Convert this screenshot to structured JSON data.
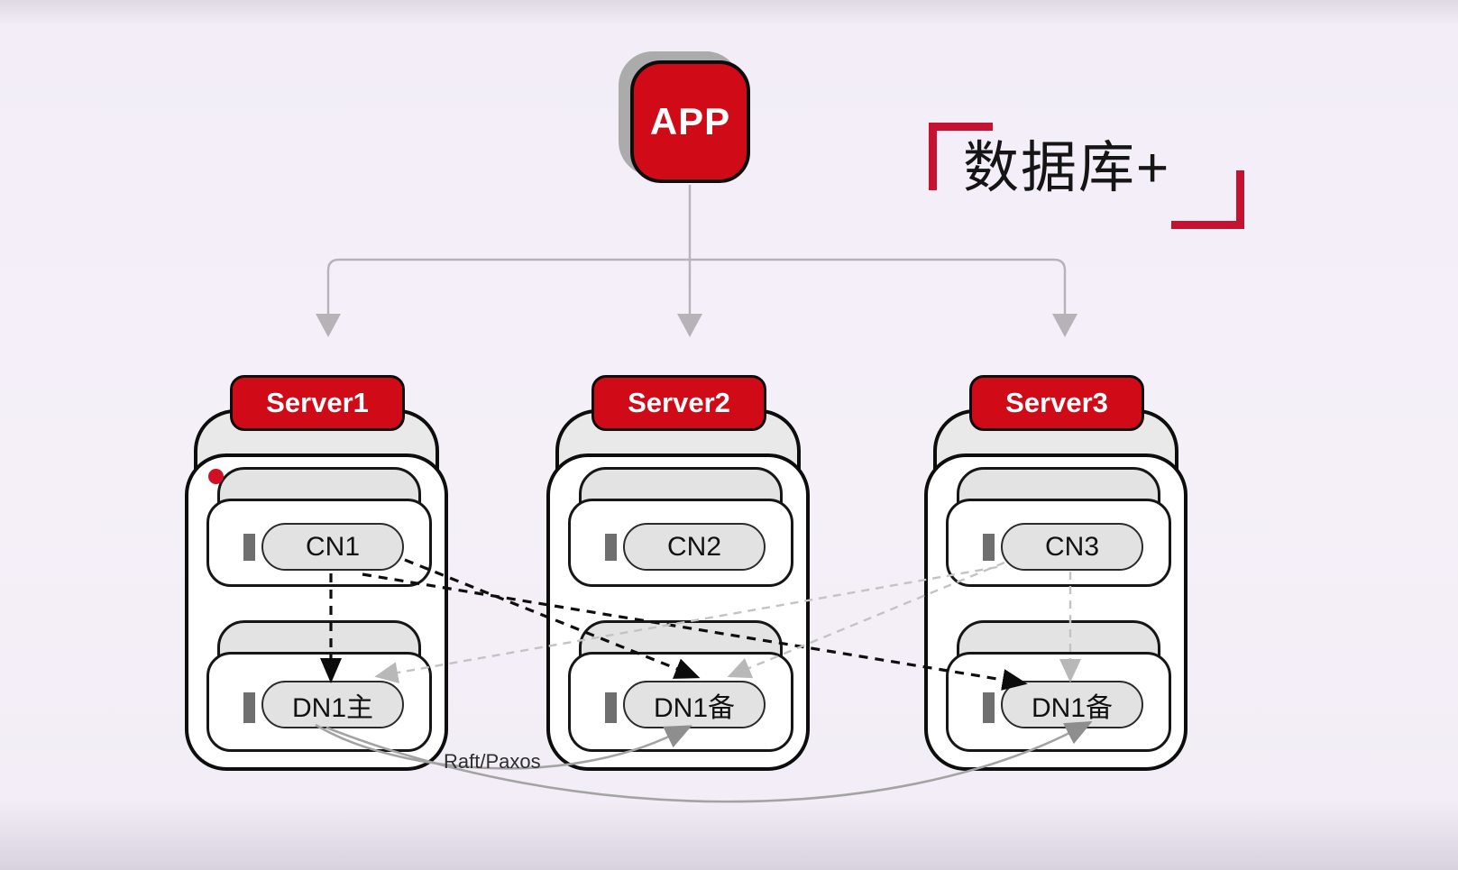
{
  "header": {
    "app_label": "APP",
    "title": "数据库+"
  },
  "servers": [
    {
      "name": "Server1",
      "cn": "CN1",
      "dn": "DN1主",
      "primary_indicator": true
    },
    {
      "name": "Server2",
      "cn": "CN2",
      "dn": "DN1备",
      "primary_indicator": false
    },
    {
      "name": "Server3",
      "cn": "CN3",
      "dn": "DN1备",
      "primary_indicator": false
    }
  ],
  "consensus_label": "Raft/Paxos",
  "connections": {
    "app_to_servers": [
      "Server1",
      "Server2",
      "Server3"
    ],
    "cn1_dashed_black_to": [
      "DN1主@Server1",
      "DN1备@Server2",
      "DN1备@Server3"
    ],
    "cn3_dashed_gray_to": [
      "DN1主@Server1",
      "DN1备@Server2",
      "DN1备@Server3"
    ],
    "replication_solid_gray": [
      "DN1主@Server1→DN1备@Server2",
      "DN1主@Server1→DN1备@Server3"
    ]
  },
  "colors": {
    "accent_red": "#d10a17",
    "bracket_red": "#c41230",
    "ink": "#0d0d0d",
    "tree_line_gray": "#b5b2b8",
    "dashed_gray": "#c3c3c3",
    "raft_line_gray": "#a3a3a3",
    "pill_fill": "#e2e2e2",
    "background": "#f5f0f8"
  }
}
